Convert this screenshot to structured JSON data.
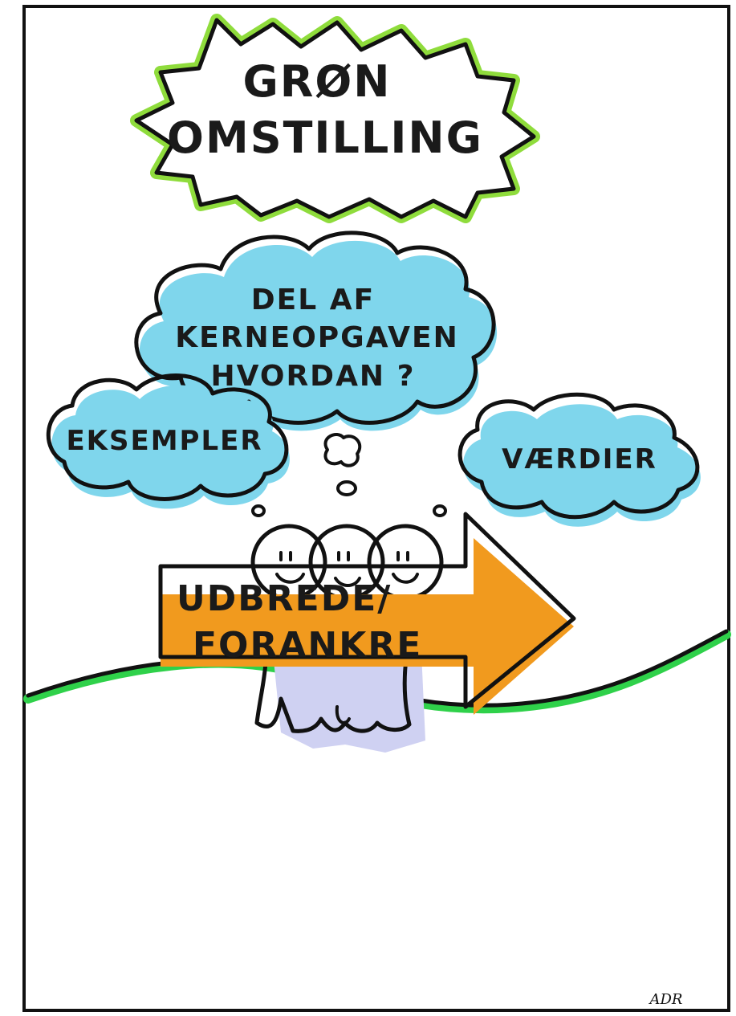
{
  "title": {
    "line1": "GRØN",
    "line2": "OMSTILLING"
  },
  "main_thought": {
    "line1": "DEL AF",
    "line2": "KERNEOPGAVEN",
    "line3": "HVORDAN ?"
  },
  "left_thought": "EKSEMPLER",
  "right_thought": "VÆRDIER",
  "arrow": {
    "line1": "UDBREDE/",
    "line2": "FORANKRE"
  },
  "signature": "ADR",
  "colors": {
    "frame": "#111111",
    "title_glow": "#8fdc3c",
    "cloud_shadow": "#7fd6ec",
    "ground": "#2fd14a",
    "arrow_shadow": "#f19a1e",
    "figure_shadow": "#cfd1f2"
  },
  "icons": [
    "thought-cloud",
    "three-smiling-people",
    "arrow-right"
  ]
}
